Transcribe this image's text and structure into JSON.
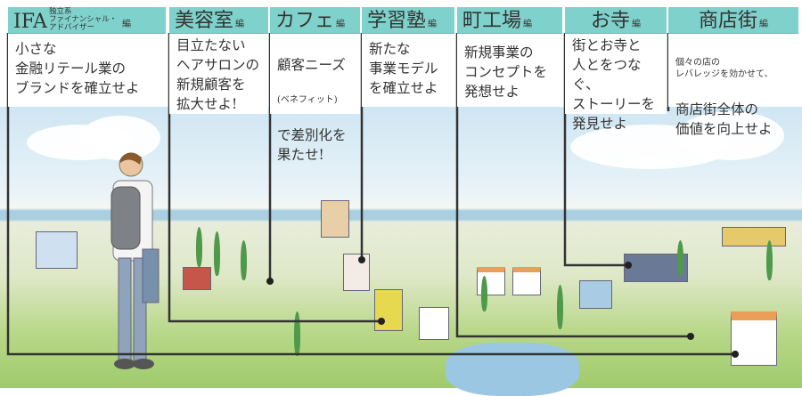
{
  "panels": [
    {
      "title": "IFA",
      "subtitle": [
        "独立系",
        "ファイナンシャル・アドバイザー"
      ],
      "suffix": "編",
      "body": "小さな\n金融リテール業の\nブランドを確立せよ"
    },
    {
      "title": "美容室",
      "suffix": "編",
      "body": "目立たない\nヘアサロンの\n新規顧客を\n拡大せよ!"
    },
    {
      "title": "カフェ",
      "suffix": "編",
      "body_top": "顧客ニーズ",
      "body_note": "(ベネフィット)",
      "body_bottom": "で差別化を\n果たせ!"
    },
    {
      "title": "学習塾",
      "suffix": "編",
      "body": "新たな\n事業モデル\nを確立せよ"
    },
    {
      "title": "町工場",
      "suffix": "編",
      "body": "新規事業の\nコンセプトを\n発想せよ"
    },
    {
      "title": "お寺",
      "suffix": "編",
      "body": "街とお寺と\n人とをつなぐ、\nストーリーを\n発見せよ"
    },
    {
      "title": "商店街",
      "suffix": "編",
      "body_small": "個々の店の\nレバレッジを効かせて、",
      "body": "商店街全体の\n価値を向上せよ"
    }
  ],
  "colors": {
    "header": "#7fd1cb",
    "line": "#333333"
  }
}
